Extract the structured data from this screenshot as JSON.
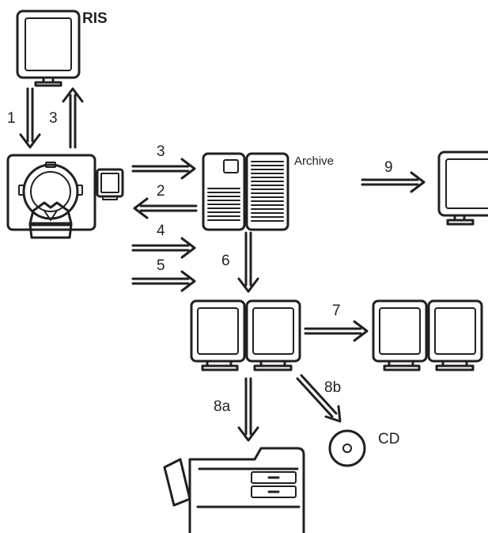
{
  "labels": {
    "ris": "RIS",
    "archive": "Archive",
    "cd": "CD",
    "step_1": "1",
    "step_3_ris": "3",
    "step_3_archive": "3",
    "step_2": "2",
    "step_4": "4",
    "step_5": "5",
    "step_6": "6",
    "step_7": "7",
    "step_8a": "8a",
    "step_8b": "8b",
    "step_9": "9"
  },
  "colors": {
    "stroke": "#231f20",
    "screen": "#ffffff"
  },
  "icons": {
    "ris": "ris-monitor-icon",
    "scanner": "ct-scanner-icon",
    "archive": "archive-server-icon",
    "remote": "remote-monitor-icon",
    "workstation": "dual-monitor-workstation-icon",
    "printer": "film-printer-icon",
    "cd": "cd-disc-icon"
  }
}
